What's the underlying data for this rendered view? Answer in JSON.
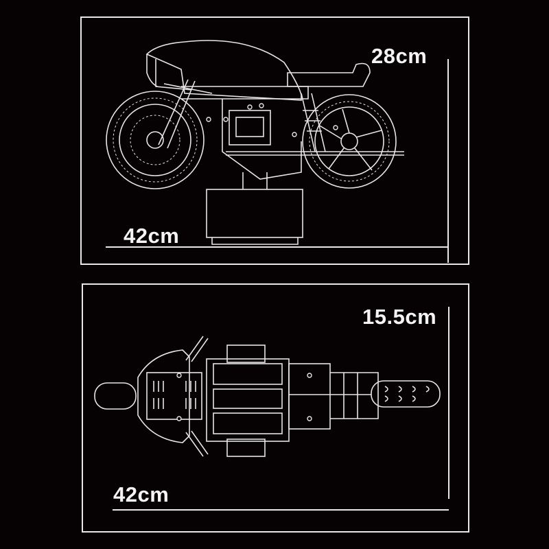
{
  "panels": [
    {
      "view": "side",
      "dimensions": {
        "height": "28cm",
        "length": "42cm"
      }
    },
    {
      "view": "top",
      "dimensions": {
        "width": "15.5cm",
        "length": "42cm"
      }
    }
  ],
  "colors": {
    "background": "#060203",
    "line": "#e8e8e8"
  }
}
